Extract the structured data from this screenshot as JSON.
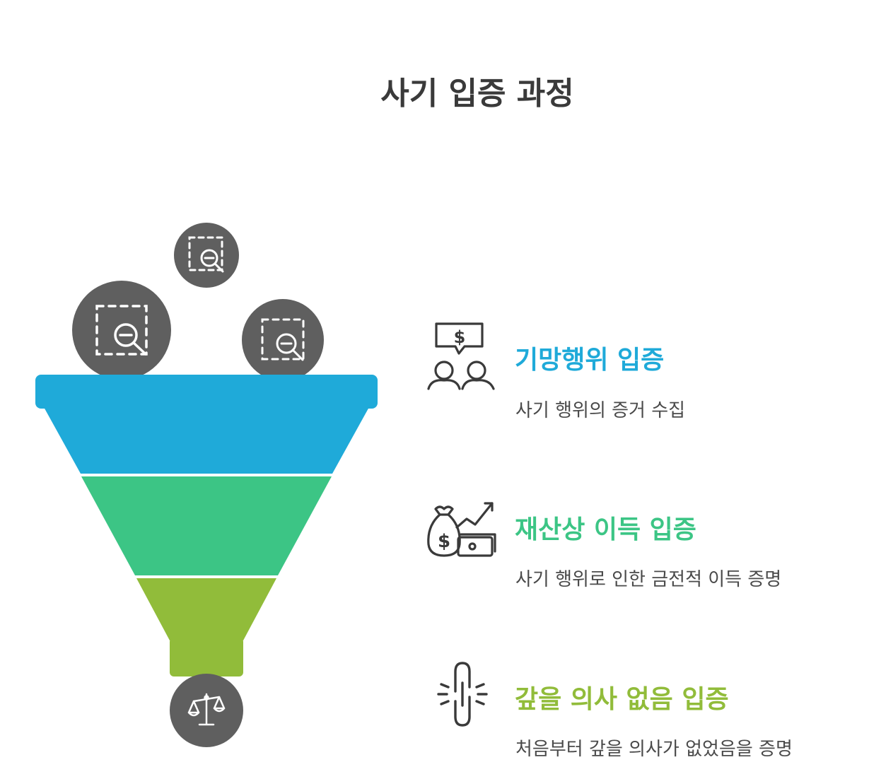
{
  "title": "사기 입증 과정",
  "colors": {
    "stage1": "#1faad9",
    "stage2": "#3cc585",
    "stage3": "#91bc3a",
    "circle": "#5f5f5f",
    "icon_line": "#3a3a3a"
  },
  "items": [
    {
      "heading": "기망행위 입증",
      "description": "사기 행위의 증거 수집",
      "icon": "money-chat-people-icon"
    },
    {
      "heading": "재산상 이득 입증",
      "description": "사기 행위로 인한 금전적 이득 증명",
      "icon": "money-bag-growth-icon"
    },
    {
      "heading": "갚을 의사 없음 입증",
      "description": "처음부터 갚을 의사가 없었음을 증명",
      "icon": "broken-chain-icon"
    }
  ],
  "funnel_inputs": [
    "magnifier-frame-icon",
    "magnifier-frame-icon",
    "magnifier-frame-icon"
  ],
  "funnel_output": "scales-icon"
}
